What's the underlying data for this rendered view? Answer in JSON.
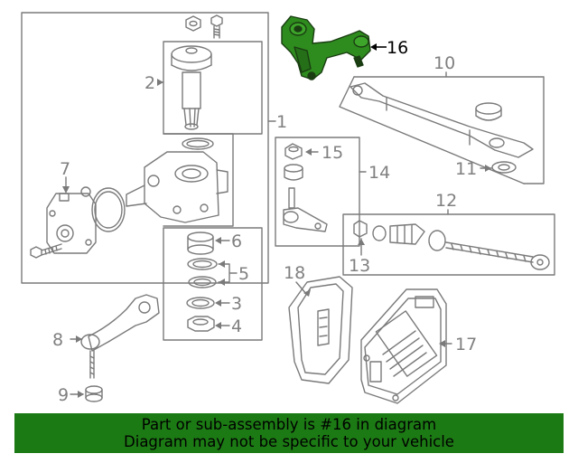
{
  "diagram": {
    "callouts": [
      {
        "id": "1",
        "label": "1"
      },
      {
        "id": "2",
        "label": "2"
      },
      {
        "id": "3",
        "label": "3"
      },
      {
        "id": "4",
        "label": "4"
      },
      {
        "id": "5",
        "label": "5"
      },
      {
        "id": "6",
        "label": "6"
      },
      {
        "id": "7",
        "label": "7"
      },
      {
        "id": "8",
        "label": "8"
      },
      {
        "id": "9",
        "label": "9"
      },
      {
        "id": "10",
        "label": "10"
      },
      {
        "id": "11",
        "label": "11"
      },
      {
        "id": "12",
        "label": "12"
      },
      {
        "id": "13",
        "label": "13"
      },
      {
        "id": "14",
        "label": "14"
      },
      {
        "id": "15",
        "label": "15"
      },
      {
        "id": "16",
        "label": "16"
      },
      {
        "id": "17",
        "label": "17"
      },
      {
        "id": "18",
        "label": "18"
      }
    ],
    "highlighted_part": "16",
    "colors": {
      "line": "#7a7a7a",
      "highlight_fill": "#2e8b1e",
      "banner_bg": "#1c7a14"
    }
  },
  "banner": {
    "line1": "Part or sub-assembly is #16 in diagram",
    "line2": "Diagram may not be specific to your vehicle"
  }
}
